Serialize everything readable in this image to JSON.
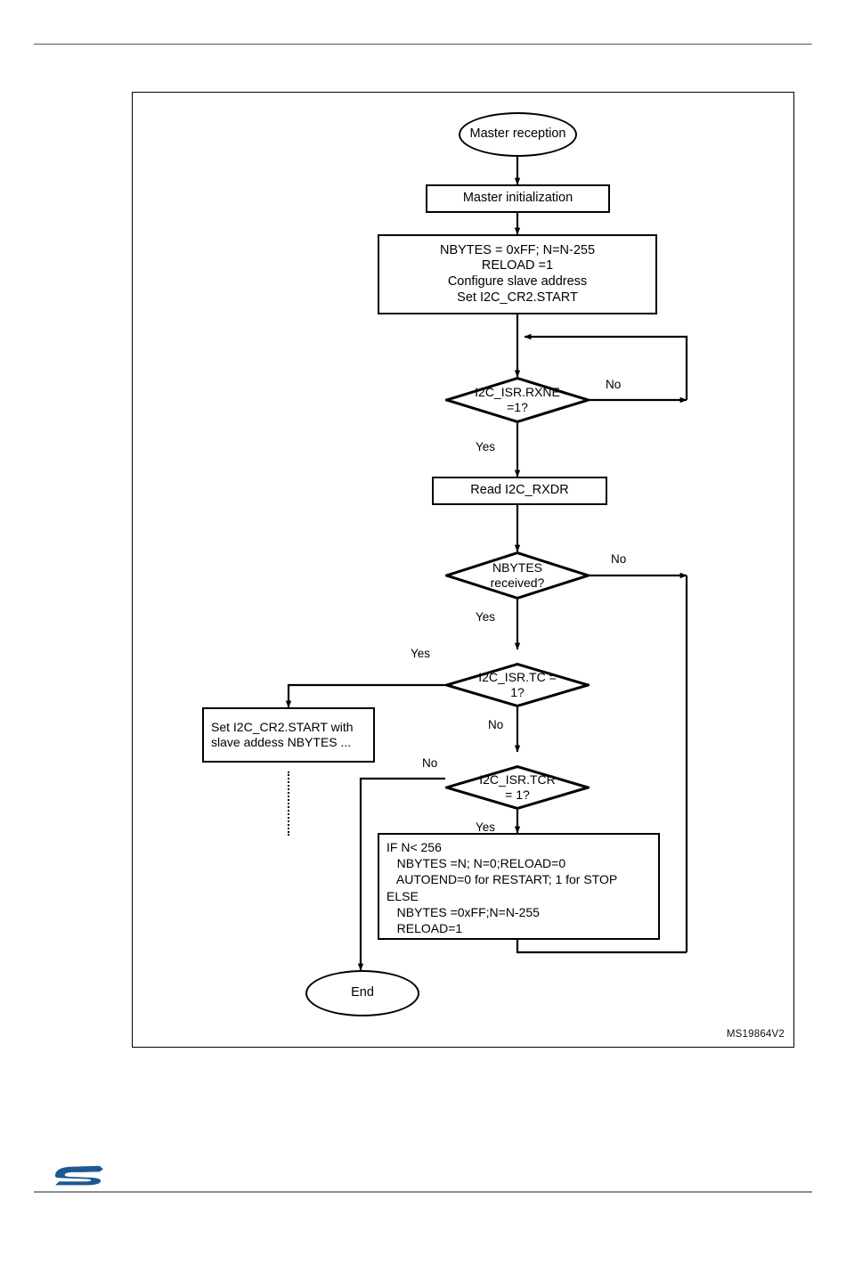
{
  "document": {
    "figure_id": "MS19864V2",
    "logo": "st-logo"
  },
  "flowchart": {
    "title": "Master reception flowchart",
    "nodes": [
      {
        "id": "start",
        "type": "terminator",
        "label": "Master reception"
      },
      {
        "id": "init",
        "type": "process",
        "label": "Master initialization"
      },
      {
        "id": "setup",
        "type": "process",
        "lines": [
          "NBYTES = 0xFF; N=N-255",
          "RELOAD =1",
          "Configure slave address",
          "Set I2C_CR2.START"
        ]
      },
      {
        "id": "rxne",
        "type": "decision",
        "lines": [
          "I2C_ISR.RXNE",
          "=1?"
        ]
      },
      {
        "id": "read",
        "type": "process",
        "label": "Read I2C_RXDR"
      },
      {
        "id": "nbytes",
        "type": "decision",
        "lines": [
          "NBYTES",
          "received?"
        ]
      },
      {
        "id": "tc",
        "type": "decision",
        "lines": [
          "I2C_ISR.TC =",
          "1?"
        ]
      },
      {
        "id": "restart",
        "type": "process",
        "lines": [
          "Set I2C_CR2.START with",
          "slave addess NBYTES ..."
        ]
      },
      {
        "id": "tcr",
        "type": "decision",
        "lines": [
          "I2C_ISR.TCR",
          "= 1?"
        ]
      },
      {
        "id": "reload",
        "type": "process",
        "code": "IF N< 256\n   NBYTES =N; N=0;RELOAD=0\n   AUTOEND=0 for RESTART; 1 for STOP\nELSE\n   NBYTES =0xFF;N=N-255\n   RELOAD=1"
      },
      {
        "id": "end",
        "type": "terminator",
        "label": "End"
      }
    ],
    "edge_labels": {
      "rxne_no": "No",
      "rxne_yes": "Yes",
      "nbytes_no": "No",
      "nbytes_yes": "Yes",
      "tc_yes": "Yes",
      "tc_no": "No",
      "tcr_no": "No",
      "tcr_yes": "Yes"
    },
    "colors": {
      "stroke": "#000000",
      "background": "#ffffff",
      "logo": "#1c5993",
      "rule": "#55565a"
    }
  }
}
